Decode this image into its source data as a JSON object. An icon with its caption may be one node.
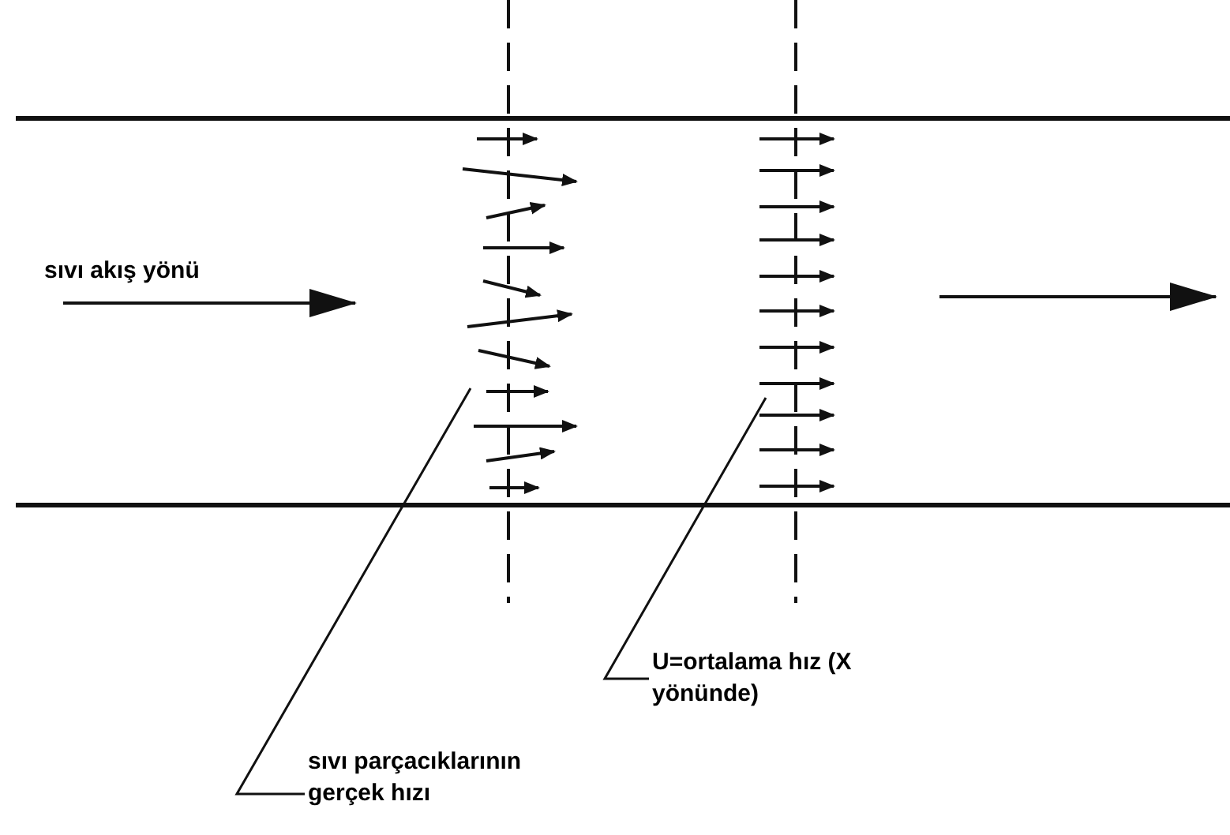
{
  "diagram": {
    "nodes": [
      {
        "text": [],
        "shape": "picture"
      },
      {
        "text": [],
        "shape": "picture"
      },
      {
        "text": [
          "U=ortalama hız (X yönünde)"
        ]
      },
      {
        "text": [
          "sıvı parçacıklarının gerçek hızı"
        ]
      }
    ],
    "edges": [
      {
        "from": 2,
        "to": 1,
        "arrow": "none"
      },
      {
        "from": 3,
        "to": 0,
        "arrow": "none"
      }
    ],
    "labels": [
      "sıvı akış yönü"
    ]
  }
}
